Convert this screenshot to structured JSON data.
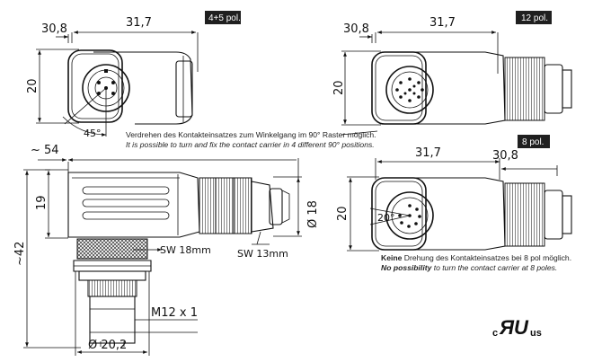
{
  "badges": {
    "view1": "4+5 pol.",
    "view2": "12 pol.",
    "view3": "8 pol."
  },
  "dims": {
    "d30_8": "30,8",
    "d31_7": "31,7",
    "d20": "20",
    "d45": "45°",
    "d20deg": "20°",
    "d54": "~ 54",
    "d19": "19",
    "d42": "~42",
    "d18": "Ø 18",
    "sw18": "SW 18mm",
    "sw13": "SW 13mm",
    "m12": "M12 x 1",
    "d20_2": "Ø 20,2"
  },
  "notes": {
    "rotate_de": "Verdrehen des Kontakteinsatzes zum Winkelgang im 90° Raster möglich.",
    "rotate_en": "It is possible to turn and fix the contact carrier in 4 different 90° positions.",
    "norot_de_bold": "Keine",
    "norot_de_rest": " Drehung des Kontakteinsatzes bei 8 pol möglich.",
    "norot_en_bold": "No possibility",
    "norot_en_rest": " to turn the contact carrier at 8 poles."
  },
  "cert": {
    "left": "c",
    "mark": "ЯU",
    "right": "us"
  },
  "colors": {
    "badge": "#1f1f1f",
    "line": "#111111"
  }
}
